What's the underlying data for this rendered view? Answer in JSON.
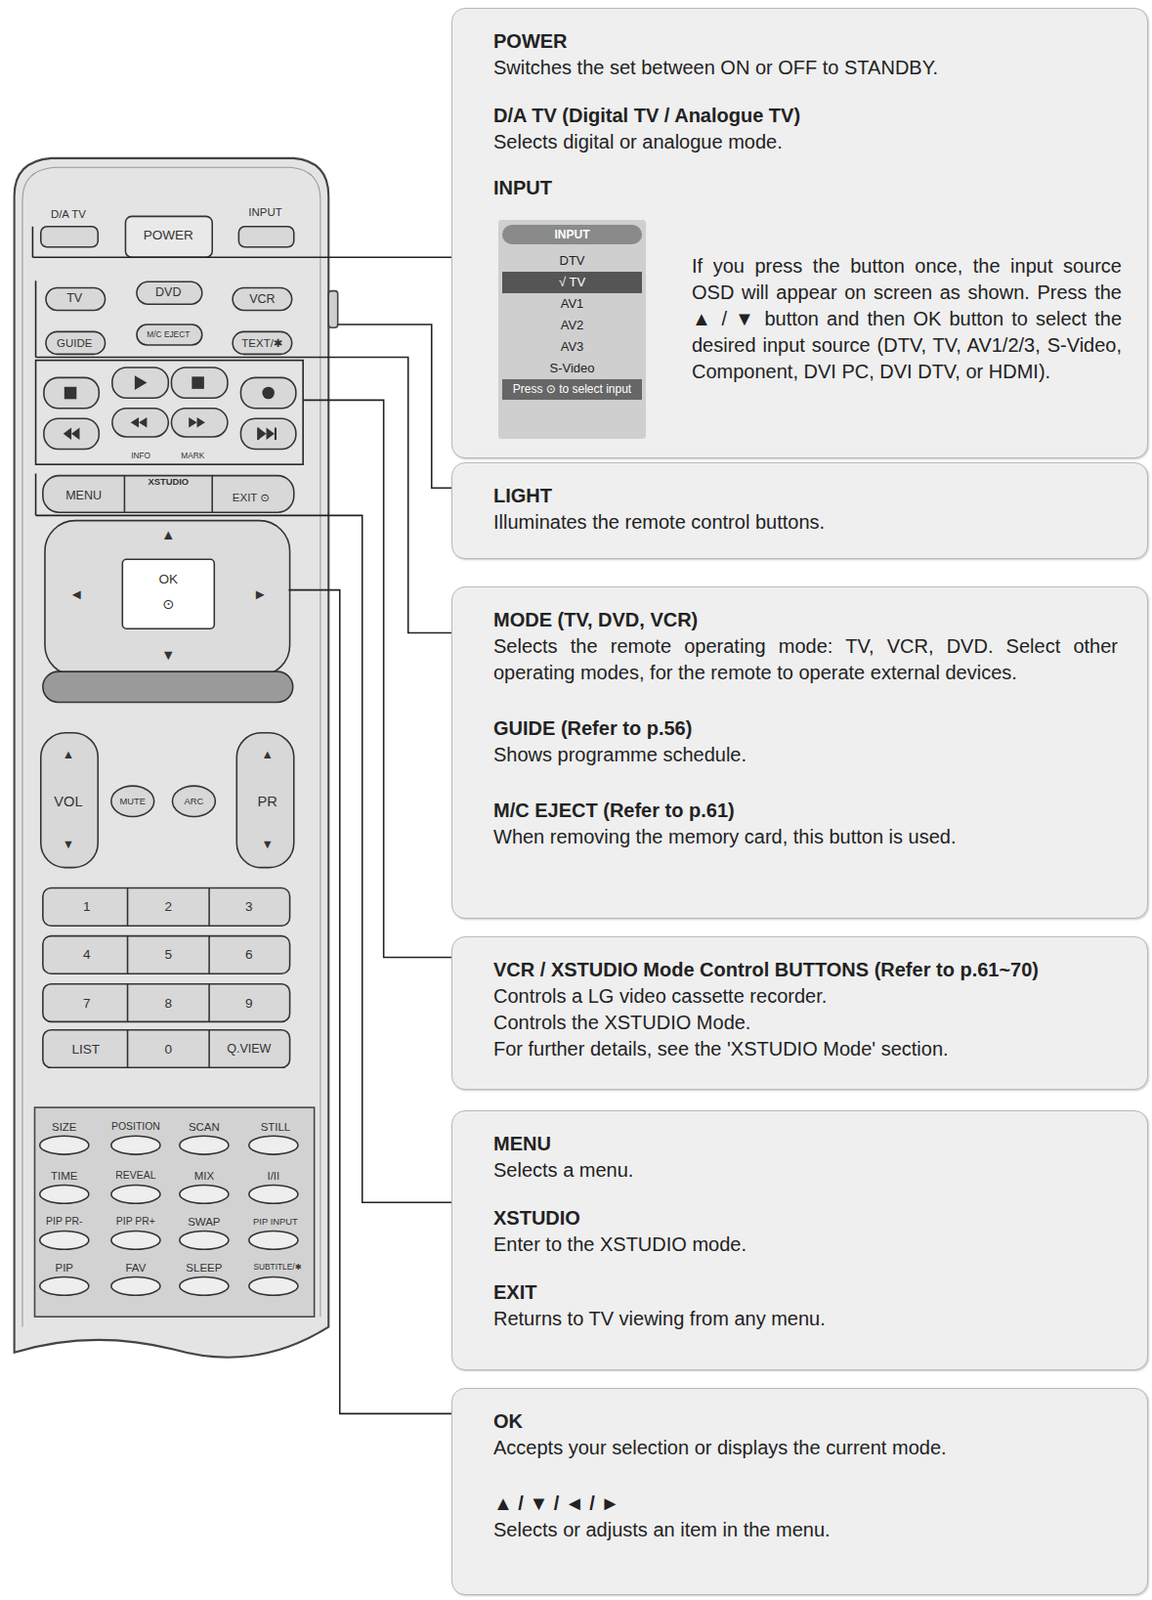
{
  "diagram": {
    "nodes": [
      {
        "text": [
          "POWER",
          "Switches the set between ON or OFF to STANDBY.",
          "D/A TV (Digital TV / Analogue TV)",
          "Selects digital or analogue mode.",
          "INPUT",
          "If you press the button once, the input source OSD will appear on screen as shown. Press the ▲ / ▼ button and then OK button to select the desired input source (DTV, TV, AV1/2/3, S-Video, Component, DVI PC, DVI DTV, or HDMI)."
        ]
      },
      {
        "text": [
          "INPUT",
          "DTV",
          "√ TV",
          "AV1",
          "AV2",
          "AV3",
          "S-Video",
          "Press ⊙ to select input"
        ],
        "in": 0
      },
      {
        "text": [
          "LIGHT",
          "Illuminates the remote control buttons."
        ]
      },
      {
        "text": [
          "MODE (TV, DVD, VCR)",
          "Selects the remote operating mode: TV, VCR, DVD. Select other operating modes, for the remote to operate external devices.",
          "GUIDE (Refer to p.56)",
          "Shows programme schedule.",
          "M/C EJECT (Refer to p.61)",
          "When removing the memory card, this button is used."
        ]
      },
      {
        "text": [
          "VCR / XSTUDIO Mode Control BUTTONS (Refer to p.61~70)",
          "Controls a LG video cassette recorder.",
          "Controls the XSTUDIO Mode.",
          "For further details, see the 'XSTUDIO Mode' section."
        ]
      },
      {
        "text": [
          "MENU",
          "Selects a menu.",
          "XSTUDIO",
          "Enter to the XSTUDIO mode.",
          "EXIT",
          "Returns to TV viewing from any menu."
        ]
      },
      {
        "text": [
          "OK",
          "Accepts your selection or displays the current mode.",
          "▲ / ▼ / ◄ / ►",
          "Selects or adjusts an item in the menu."
        ]
      }
    ],
    "labels": [
      "D/A TV",
      "POWER",
      "INPUT",
      "TV",
      "DVD",
      "VCR",
      "GUIDE",
      "M/C EJECT",
      "TEXT/✱",
      "INFO",
      "MARK",
      "MENU",
      "XSTUDIO",
      "EXIT ⊙",
      "▲",
      "◄",
      "OK",
      "⊙",
      "►",
      "▼",
      "▲",
      "VOL",
      "▼",
      "MUTE",
      "ARC",
      "▲",
      "PR",
      "▼",
      "1",
      "2",
      "3",
      "4",
      "5",
      "6",
      "7",
      "8",
      "9",
      "LIST",
      "0",
      "Q.VIEW",
      "SIZE",
      "POSITION",
      "SCAN",
      "STILL",
      "TIME",
      "REVEAL",
      "MIX",
      "I/II",
      "PIP PR-",
      "PIP PR+",
      "SWAP",
      "PIP INPUT",
      "PIP",
      "FAV",
      "SLEEP",
      "SUBTITLE/✱"
    ]
  }
}
